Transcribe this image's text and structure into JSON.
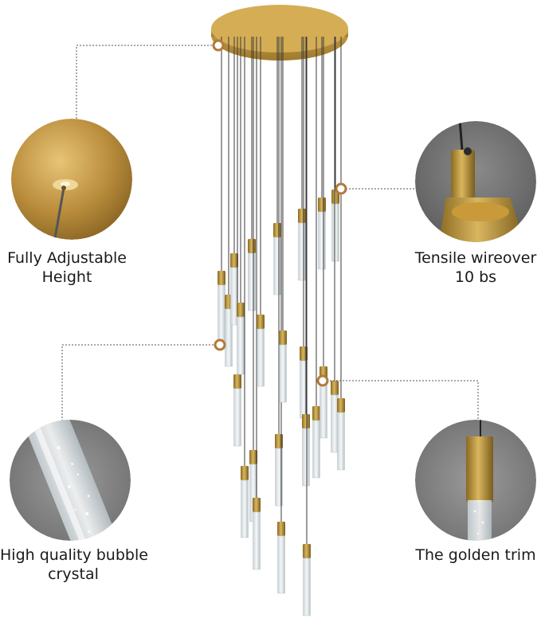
{
  "features": [
    {
      "id": "height",
      "line1": "Fully Adjustable",
      "line2": "Height"
    },
    {
      "id": "wire",
      "line1": "Tensile wireover",
      "line2": "10 bs"
    },
    {
      "id": "crystal",
      "line1": "High quality bubble",
      "line2": "crystal"
    },
    {
      "id": "trim",
      "line1": "The golden trim",
      "line2": ""
    }
  ],
  "colors": {
    "gold": "#c9a24a",
    "gold_dark": "#8a6a22",
    "crystal": "#e4eaec",
    "wire": "#3a3a3a",
    "dot_line": "#555555",
    "background": "#ffffff"
  }
}
